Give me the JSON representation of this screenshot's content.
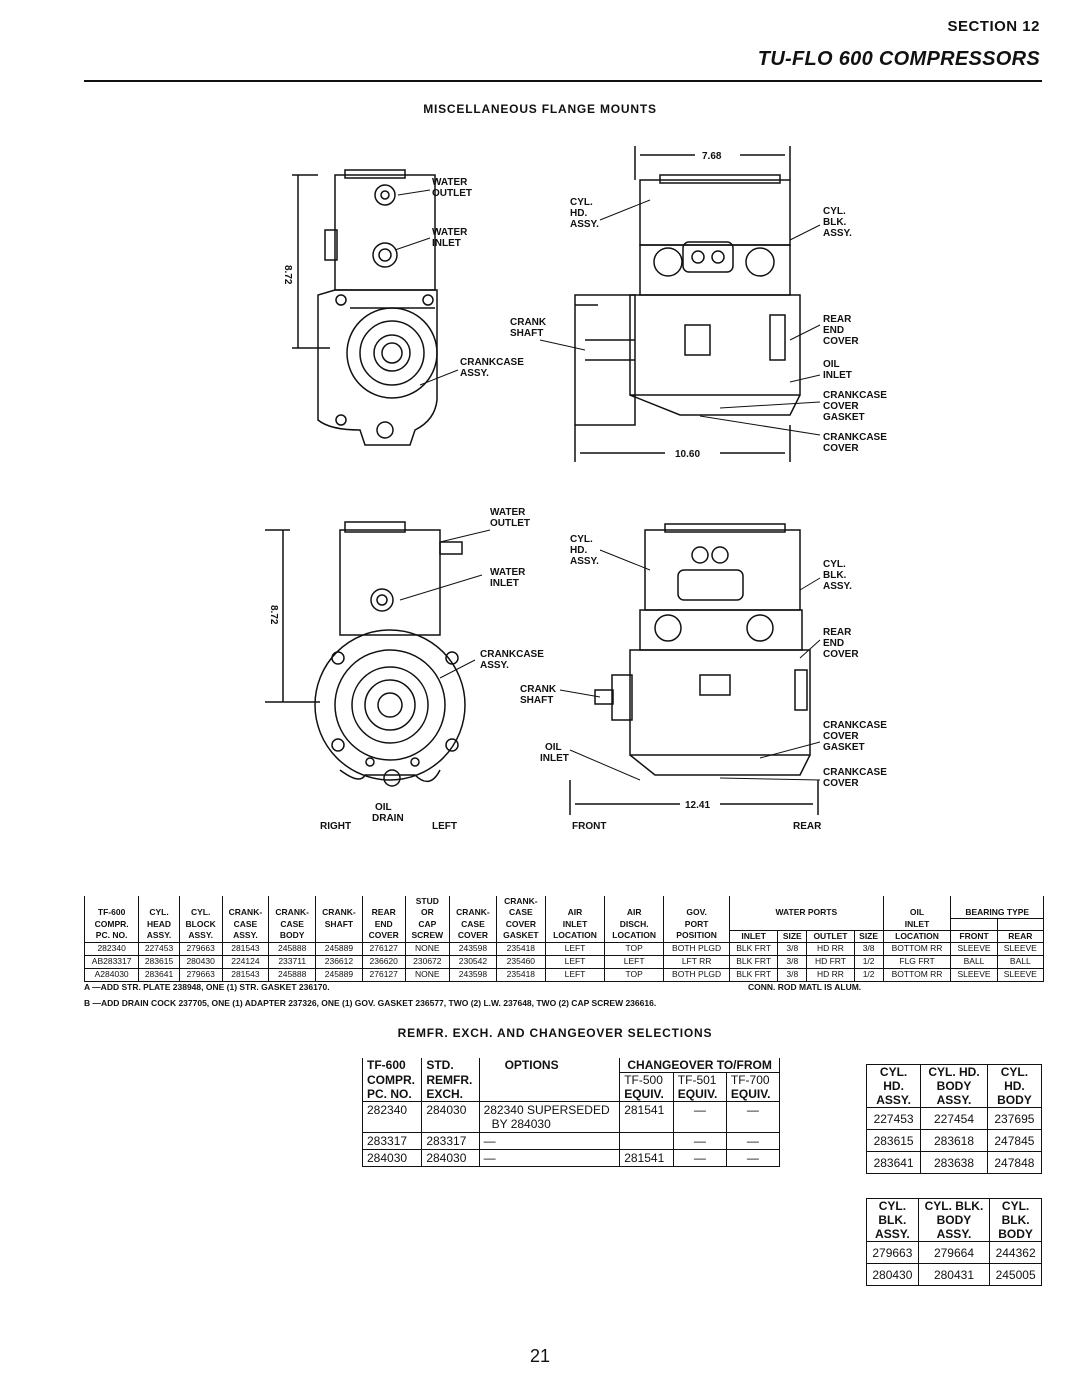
{
  "header": {
    "section": "SECTION 12",
    "title": "TU-FLO 600 COMPRESSORS"
  },
  "figures": {
    "title": "MISCELLANEOUS FLANGE MOUNTS",
    "top_side": {
      "dimension": "8.72",
      "labels": [
        "WATER",
        "OUTLET",
        "WATER",
        "INLET",
        "CRANKCASE",
        "ASSY."
      ]
    },
    "top_front": {
      "dimension_top": "7.68",
      "dimension_bottom": "10.60",
      "labels": [
        "CYL.",
        "HD.",
        "ASSY.",
        "CRANK",
        "SHAFT",
        "CYL.",
        "BLK.",
        "ASSY.",
        "REAR",
        "END",
        "COVER",
        "OIL",
        "INLET",
        "CRANKCASE",
        "COVER",
        "GASKET",
        "CRANKCASE",
        "COVER"
      ]
    },
    "bottom_side": {
      "dimension": "8.72",
      "labels": [
        "WATER",
        "OUTLET",
        "WATER",
        "INLET",
        "CRANKCASE",
        "ASSY.",
        "OIL",
        "DRAIN"
      ],
      "right": "RIGHT",
      "left": "LEFT"
    },
    "bottom_front": {
      "dimension_bottom": "12.41",
      "labels": [
        "CYL.",
        "HD.",
        "ASSY.",
        "CRANK",
        "SHAFT",
        "OIL",
        "INLET",
        "CYL.",
        "BLK.",
        "ASSY.",
        "REAR",
        "END",
        "COVER",
        "CRANKCASE",
        "COVER",
        "GASKET",
        "CRANKCASE",
        "COVER"
      ],
      "front": "FRONT",
      "rear": "REAR"
    }
  },
  "spec_table": {
    "header_rows": [
      [
        "",
        "",
        "",
        "",
        "",
        "",
        "",
        "STUD",
        "",
        "CRANK-",
        "",
        "",
        "",
        "",
        "",
        "",
        "",
        "",
        "",
        ""
      ],
      [
        "TF-600",
        "CYL.",
        "CYL.",
        "CRANK-",
        "CRANK-",
        "CRANK-",
        "REAR",
        "OR",
        "CRANK-",
        "CASE",
        "AIR",
        "AIR",
        "GOV.",
        "WATER PORTS",
        "OIL",
        "BEARING TYPE"
      ],
      [
        "COMPR.",
        "HEAD",
        "BLOCK",
        "CASE",
        "CASE",
        "SHAFT",
        "END",
        "CAP",
        "CASE",
        "COVER",
        "INLET",
        "DISCH.",
        "PORT",
        "",
        "INLET"
      ],
      [
        "PC. NO.",
        "ASSY.",
        "ASSY.",
        "ASSY.",
        "BODY",
        "",
        "COVER",
        "SCREW",
        "COVER",
        "GASKET",
        "LOCATION",
        "LOCATION",
        "POSITION",
        "INLET",
        "SIZE",
        "OUTLET",
        "SIZE",
        "LOCATION",
        "FRONT",
        "REAR"
      ]
    ],
    "rows": [
      [
        "282340",
        "227453",
        "279663",
        "281543",
        "245888",
        "245889",
        "276127",
        "NONE",
        "243598",
        "235418",
        "LEFT",
        "TOP",
        "BOTH PLGD",
        "BLK FRT",
        "3/8",
        "HD RR",
        "3/8",
        "BOTTOM RR",
        "SLEEVE",
        "SLEEVE"
      ],
      [
        "AB283317",
        "283615",
        "280430",
        "224124",
        "233711",
        "236612",
        "236620",
        "230672",
        "230542",
        "235460",
        "LEFT",
        "LEFT",
        "LFT RR",
        "BLK FRT",
        "3/8",
        "HD FRT",
        "1/2",
        "FLG FRT",
        "BALL",
        "BALL"
      ],
      [
        "A284030",
        "283641",
        "279663",
        "281543",
        "245888",
        "245889",
        "276127",
        "NONE",
        "243598",
        "235418",
        "LEFT",
        "TOP",
        "BOTH PLGD",
        "BLK FRT",
        "3/8",
        "HD RR",
        "1/2",
        "BOTTOM RR",
        "SLEEVE",
        "SLEEVE"
      ]
    ],
    "note_a": "A —ADD STR. PLATE 238948, ONE (1) STR. GASKET 236170.",
    "note_right": "CONN. ROD MATL IS ALUM.",
    "note_b": "B —ADD DRAIN COCK 237705, ONE (1) ADAPTER 237326, ONE (1) GOV. GASKET 236577, TWO (2) L.W. 237648, TWO (2) CAP SCREW 236616."
  },
  "remfr": {
    "title": "REMFR. EXCH. AND CHANGEOVER SELECTIONS",
    "headers": {
      "c1": [
        "TF-600",
        "COMPR.",
        "PC. NO."
      ],
      "c2": [
        "STD.",
        "REMFR.",
        "EXCH."
      ],
      "c3": "OPTIONS",
      "changeover": "CHANGEOVER TO/FROM",
      "sub": [
        "TF-500",
        "TF-501",
        "TF-700"
      ],
      "equiv": [
        "EQUIV.",
        "EQUIV.",
        "EQUIV."
      ]
    },
    "rows": [
      {
        "pc": "282340",
        "std": "284030",
        "opt1": "282340 SUPERSEDED",
        "opt2": "BY 284030",
        "tf500": "281541",
        "tf501": "—",
        "tf700": "—"
      },
      {
        "pc": "283317",
        "std": "283317",
        "opt1": "—",
        "opt2": "",
        "tf500": "",
        "tf501": "—",
        "tf700": "—"
      },
      {
        "pc": "284030",
        "std": "284030",
        "opt1": "—",
        "opt2": "",
        "tf500": "281541",
        "tf501": "—",
        "tf700": "—"
      }
    ]
  },
  "cyl_head_table": {
    "headers": [
      [
        "CYL.",
        "CYL. HD.",
        "CYL."
      ],
      [
        "HD.",
        "BODY",
        "HD."
      ],
      [
        "ASSY.",
        "ASSY.",
        "BODY"
      ]
    ],
    "rows": [
      [
        "227453",
        "227454",
        "237695"
      ],
      [
        "283615",
        "283618",
        "247845"
      ],
      [
        "283641",
        "283638",
        "247848"
      ]
    ]
  },
  "cyl_blk_table": {
    "headers": [
      [
        "CYL.",
        "CYL. BLK.",
        "CYL."
      ],
      [
        "BLK.",
        "BODY",
        "BLK."
      ],
      [
        "ASSY.",
        "ASSY.",
        "BODY"
      ]
    ],
    "rows": [
      [
        "279663",
        "279664",
        "244362"
      ],
      [
        "280430",
        "280431",
        "245005"
      ]
    ]
  },
  "page_number": "21"
}
